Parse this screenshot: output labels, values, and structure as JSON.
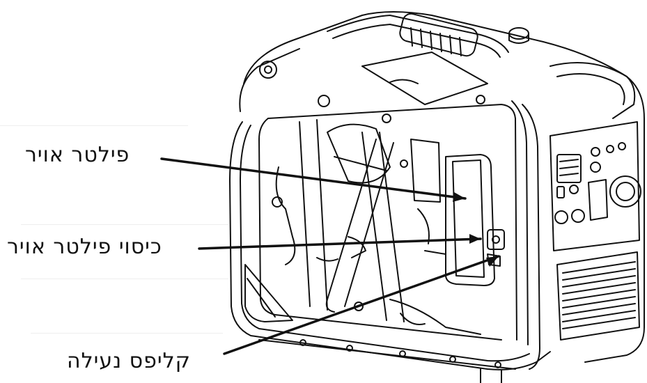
{
  "labels": {
    "air_filter": "פילטר אויר",
    "air_filter_cover": "כיסוי פילטר אויר",
    "locking_clip": "קליפס נעילה"
  },
  "colors": {
    "line": "#111111",
    "background": "#ffffff"
  },
  "icons": {
    "illustration": "inverter-generator-line-drawing"
  }
}
